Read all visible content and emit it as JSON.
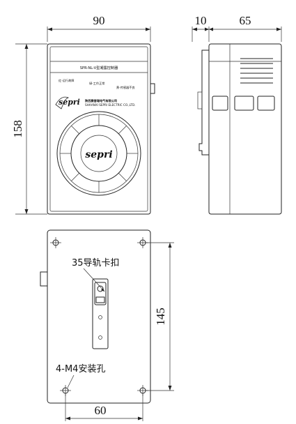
{
  "dimensions": {
    "front_width": "90",
    "front_height": "158",
    "side_rail": "10",
    "side_depth": "65",
    "back_height": "145",
    "back_width": "60"
  },
  "front_panel": {
    "model_title": "SPR-NL-V型凝露控制器",
    "legend_left": "红-运行故障",
    "legend_mid": "绿-工作正常",
    "legend_right": "黄-传感器不良",
    "company_cn": "陕西赛普瑞电气有限公司",
    "company_en": "SHAANXI SEPRI ELECTRIC CO.,LTD.",
    "logo_text": "sepri"
  },
  "back_panel": {
    "rail_clip_label": "35导轨卡扣",
    "mount_hole_label": "4-M4安装孔"
  },
  "colors": {
    "line": "#222222",
    "background": "#ffffff"
  }
}
